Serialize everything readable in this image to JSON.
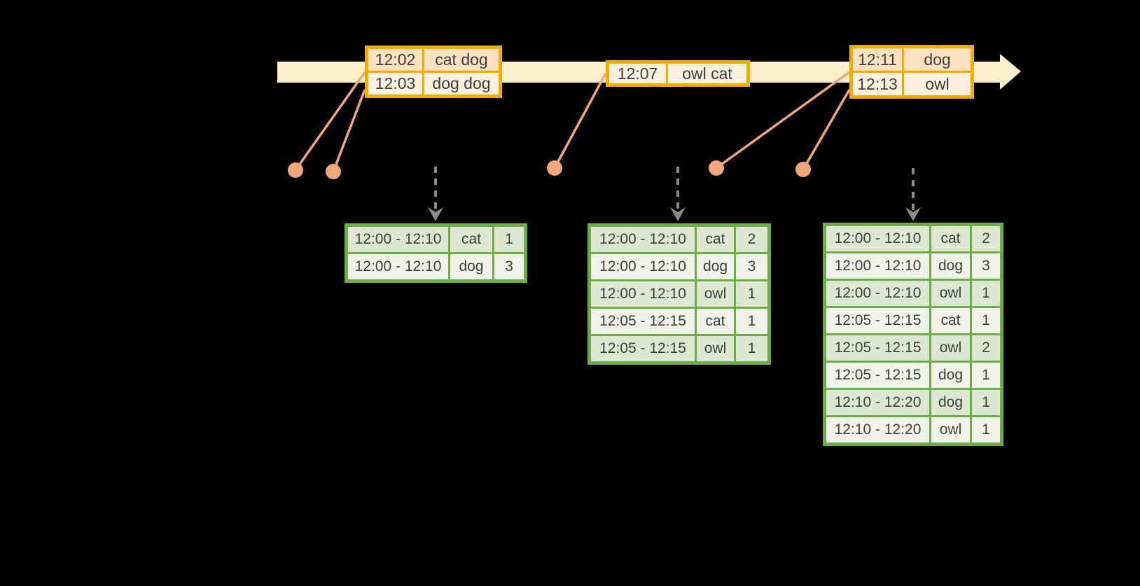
{
  "colors": {
    "background": "#000000",
    "timeline_band": "#fbf0cb",
    "event_table_border": "#f2ae00",
    "event_row_peach": "#fae2c1",
    "event_row_cream": "#fcf1de",
    "result_table_border": "#6fac47",
    "result_row_dark": "#dce8d1",
    "result_row_light": "#eff3ea",
    "dot_and_line": "#f0a87b",
    "emit_arrow_gray": "#8c8c8c",
    "text": "#3e3e3e"
  },
  "event_tables": [
    {
      "rows": [
        {
          "time": "12:02",
          "words": "cat dog"
        },
        {
          "time": "12:03",
          "words": "dog dog"
        }
      ]
    },
    {
      "rows": [
        {
          "time": "12:07",
          "words": "owl cat"
        }
      ]
    },
    {
      "rows": [
        {
          "time": "12:11",
          "words": "dog"
        },
        {
          "time": "12:13",
          "words": "owl"
        }
      ]
    }
  ],
  "result_tables": [
    {
      "rows": [
        {
          "window": "12:00 - 12:10",
          "word": "cat",
          "count": "1"
        },
        {
          "window": "12:00 - 12:10",
          "word": "dog",
          "count": "3"
        }
      ]
    },
    {
      "rows": [
        {
          "window": "12:00 - 12:10",
          "word": "cat",
          "count": "2"
        },
        {
          "window": "12:00 - 12:10",
          "word": "dog",
          "count": "3"
        },
        {
          "window": "12:00 - 12:10",
          "word": "owl",
          "count": "1"
        },
        {
          "window": "12:05 - 12:15",
          "word": "cat",
          "count": "1"
        },
        {
          "window": "12:05 - 12:15",
          "word": "owl",
          "count": "1"
        }
      ]
    },
    {
      "rows": [
        {
          "window": "12:00 - 12:10",
          "word": "cat",
          "count": "2"
        },
        {
          "window": "12:00 - 12:10",
          "word": "dog",
          "count": "3"
        },
        {
          "window": "12:00 - 12:10",
          "word": "owl",
          "count": "1"
        },
        {
          "window": "12:05 - 12:15",
          "word": "cat",
          "count": "1"
        },
        {
          "window": "12:05 - 12:15",
          "word": "owl",
          "count": "2"
        },
        {
          "window": "12:05 - 12:15",
          "word": "dog",
          "count": "1"
        },
        {
          "window": "12:10 - 12:20",
          "word": "dog",
          "count": "1"
        },
        {
          "window": "12:10 - 12:20",
          "word": "owl",
          "count": "1"
        }
      ]
    }
  ]
}
